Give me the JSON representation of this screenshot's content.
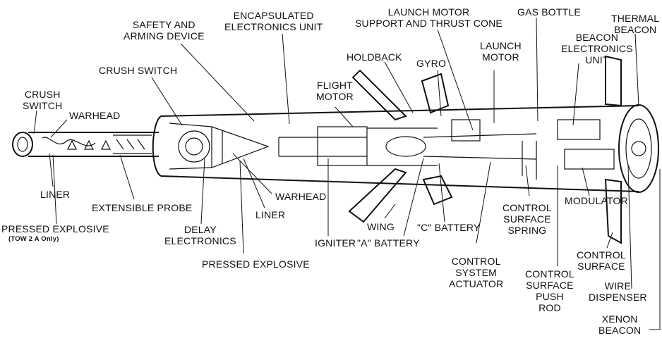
{
  "colors": {
    "ink": "#111111",
    "paper": "#ffffff"
  },
  "labels": {
    "crush_switch_probe": "CRUSH\nSWITCH",
    "warhead_probe": "WARHEAD",
    "crush_switch": "CRUSH SWITCH",
    "safety_arming": "SAFETY AND\nARMING DEVICE",
    "encapsulated_electronics": "ENCAPSULATED\nELECTRONICS UNIT",
    "launch_motor_support": "LAUNCH MOTOR\nSUPPORT AND THRUST CONE",
    "gas_bottle": "GAS BOTTLE",
    "thermal_beacon": "THERMAL\nBEACON",
    "holdback": "HOLDBACK",
    "gyro": "GYRO",
    "launch_motor": "LAUNCH\nMOTOR",
    "beacon_electronics": "BEACON\nELECTRONICS\nUNIT",
    "flight_motor": "FLIGHT\nMOTOR",
    "liner_left": "LINER",
    "extensible_probe": "EXTENSIBLE PROBE",
    "pressed_explosive_left": "PRESSED EXPLOSIVE",
    "tow_note": "(TOW 2 A Only)",
    "delay_electronics": "DELAY\nELECTRONICS",
    "warhead_main": "WARHEAD",
    "liner_main": "LINER",
    "pressed_explosive_main": "PRESSED EXPLOSIVE",
    "igniter": "IGNITER",
    "wing": "WING",
    "a_battery": "\"A\" BATTERY",
    "c_battery": "\"C\" BATTERY",
    "control_surface_spring": "CONTROL\nSURFACE\nSPRING",
    "modulator": "MODULATOR",
    "control_system_actuator": "CONTROL\nSYSTEM\nACTUATOR",
    "control_surface_push_rod": "CONTROL\nSURFACE\nPUSH\nROD",
    "control_surface": "CONTROL\nSURFACE",
    "wire_dispenser": "WIRE\nDISPENSER",
    "xenon_beacon": "XENON\nBEACON"
  }
}
